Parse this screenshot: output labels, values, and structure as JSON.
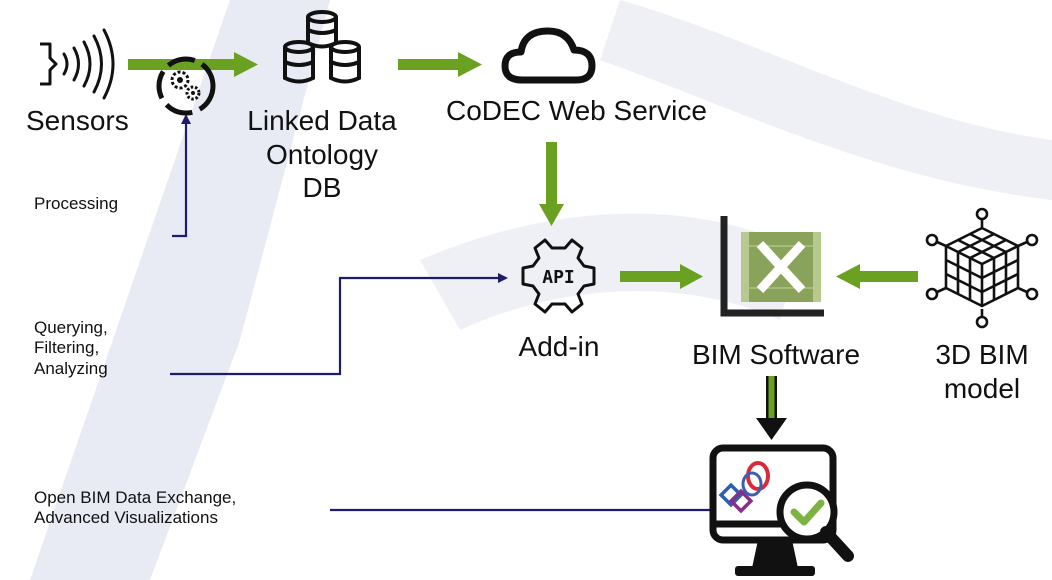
{
  "nodes": {
    "sensors": "Sensors",
    "linked_data": [
      "Linked Data",
      "Ontology",
      "DB"
    ],
    "web_service": "CoDEC Web Service",
    "addin": "Add-in",
    "api_text": "API",
    "bim_software": "BIM Software",
    "bim_model": [
      "3D BIM",
      "model"
    ]
  },
  "notes": {
    "processing": "Processing",
    "querying": [
      "Querying,",
      "Filtering,",
      "Analyzing"
    ],
    "openbim": [
      "Open BIM Data Exchange,",
      "Advanced Visualizations"
    ]
  },
  "colors": {
    "arrow_green": "#6aa121",
    "connector_navy": "#1f1d6b",
    "icon_black": "#111111",
    "excel_green": "#8aa35a",
    "check_green": "#7cb342",
    "watermark": "#e6e9f2"
  },
  "icons": [
    "sensor-icon",
    "gears-icon",
    "database-icon",
    "cloud-icon",
    "api-gear-icon",
    "excel-icon",
    "cube-network-icon",
    "monitor-icon"
  ]
}
